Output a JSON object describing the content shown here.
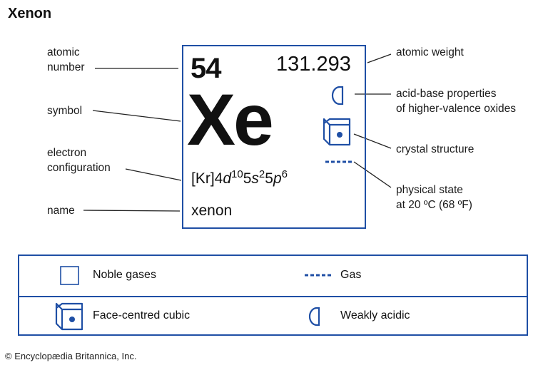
{
  "title": "Xenon",
  "colors": {
    "accent": "#1f4fa5",
    "text": "#111111"
  },
  "element": {
    "atomic_number": "54",
    "atomic_weight": "131.293",
    "symbol": "Xe",
    "name": "xenon",
    "config": {
      "core": "[Kr]",
      "p1_n": "4",
      "p1_l": "d",
      "p1_e": "10",
      "p2_n": "5",
      "p2_l": "s",
      "p2_e": "2",
      "p3_n": "5",
      "p3_l": "p",
      "p3_e": "6"
    },
    "icons": {
      "acid_base": "half-circle-icon",
      "crystal": "face-centred-cubic-icon",
      "state": "dashed-line-gas-icon"
    }
  },
  "labels_left": {
    "atomic_number": [
      "atomic",
      "number"
    ],
    "symbol": "symbol",
    "electron_configuration": [
      "electron",
      "configuration"
    ],
    "name": "name"
  },
  "labels_right": {
    "atomic_weight": "atomic weight",
    "acid_base": [
      "acid-base properties",
      "of higher-valence oxides"
    ],
    "crystal_structure": "crystal structure",
    "physical_state": [
      "physical state",
      "at 20 ºC (68 ºF)"
    ]
  },
  "legend": {
    "rows": [
      [
        {
          "icon": "square-outline-icon",
          "label": "Noble gases"
        },
        {
          "icon": "dashed-line-icon",
          "label": "Gas"
        }
      ],
      [
        {
          "icon": "face-centred-cubic-icon",
          "label": "Face-centred cubic"
        },
        {
          "icon": "half-circle-icon",
          "label": "Weakly acidic"
        }
      ]
    ]
  },
  "copyright": "© Encyclopædia Britannica, Inc."
}
